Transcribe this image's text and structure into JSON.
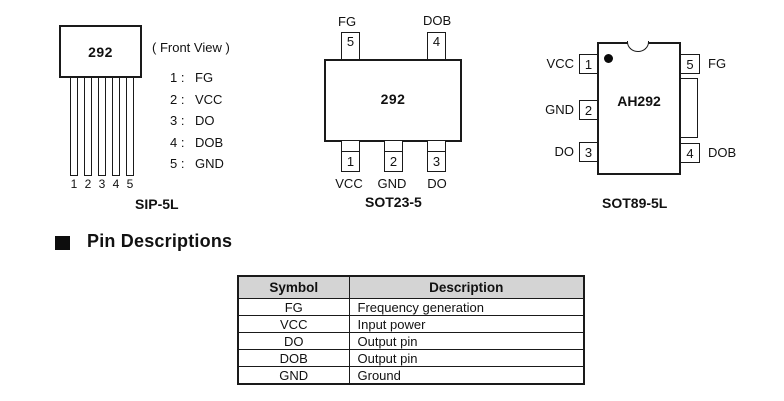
{
  "packages": {
    "sip": {
      "chip_label": "292",
      "front_view_label": "( Front View )",
      "pin_list": [
        {
          "num": "1 :",
          "name": "FG"
        },
        {
          "num": "2 :",
          "name": "VCC"
        },
        {
          "num": "3 :",
          "name": "DO"
        },
        {
          "num": "4 :",
          "name": "DOB"
        },
        {
          "num": "5 :",
          "name": "GND"
        }
      ],
      "leg_numbers": [
        "1",
        "2",
        "3",
        "4",
        "5"
      ],
      "package_name": "SIP-5L"
    },
    "sot23": {
      "chip_label": "292",
      "package_name": "SOT23-5",
      "top_pins": [
        {
          "num": "5",
          "label": "FG"
        },
        {
          "num": "4",
          "label": "DOB"
        }
      ],
      "bottom_pins": [
        {
          "num": "1",
          "label": "VCC"
        },
        {
          "num": "2",
          "label": "GND"
        },
        {
          "num": "3",
          "label": "DO"
        }
      ]
    },
    "sot89": {
      "chip_label": "AH292",
      "package_name": "SOT89-5L",
      "left_pins": [
        {
          "num": "1",
          "label": "VCC"
        },
        {
          "num": "2",
          "label": "GND"
        },
        {
          "num": "3",
          "label": "DO"
        }
      ],
      "right_pins": [
        {
          "num": "5",
          "label": "FG"
        },
        {
          "num": "4",
          "label": "DOB"
        }
      ]
    }
  },
  "section": {
    "heading": "Pin Descriptions"
  },
  "table": {
    "headers": [
      "Symbol",
      "Description"
    ],
    "rows": [
      {
        "symbol": "FG",
        "description": "Frequency generation"
      },
      {
        "symbol": "VCC",
        "description": "Input power"
      },
      {
        "symbol": "DO",
        "description": "Output pin"
      },
      {
        "symbol": "DOB",
        "description": "Output pin"
      },
      {
        "symbol": "GND",
        "description": "Ground"
      }
    ]
  },
  "colors": {
    "header_bg": "#d4d4d4",
    "line": "#1a1a1a",
    "text": "#111111"
  }
}
